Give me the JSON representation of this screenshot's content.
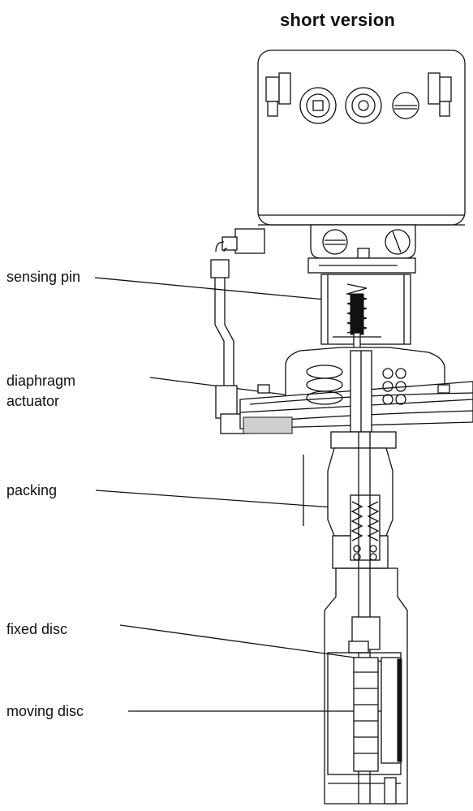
{
  "title": "short version",
  "labels": {
    "sensing_pin": "sensing pin",
    "diaphragm_line1": "diaphragm",
    "diaphragm_line2": "actuator",
    "packing": "packing",
    "fixed_disc": "fixed disc",
    "moving_disc": "moving disc"
  }
}
